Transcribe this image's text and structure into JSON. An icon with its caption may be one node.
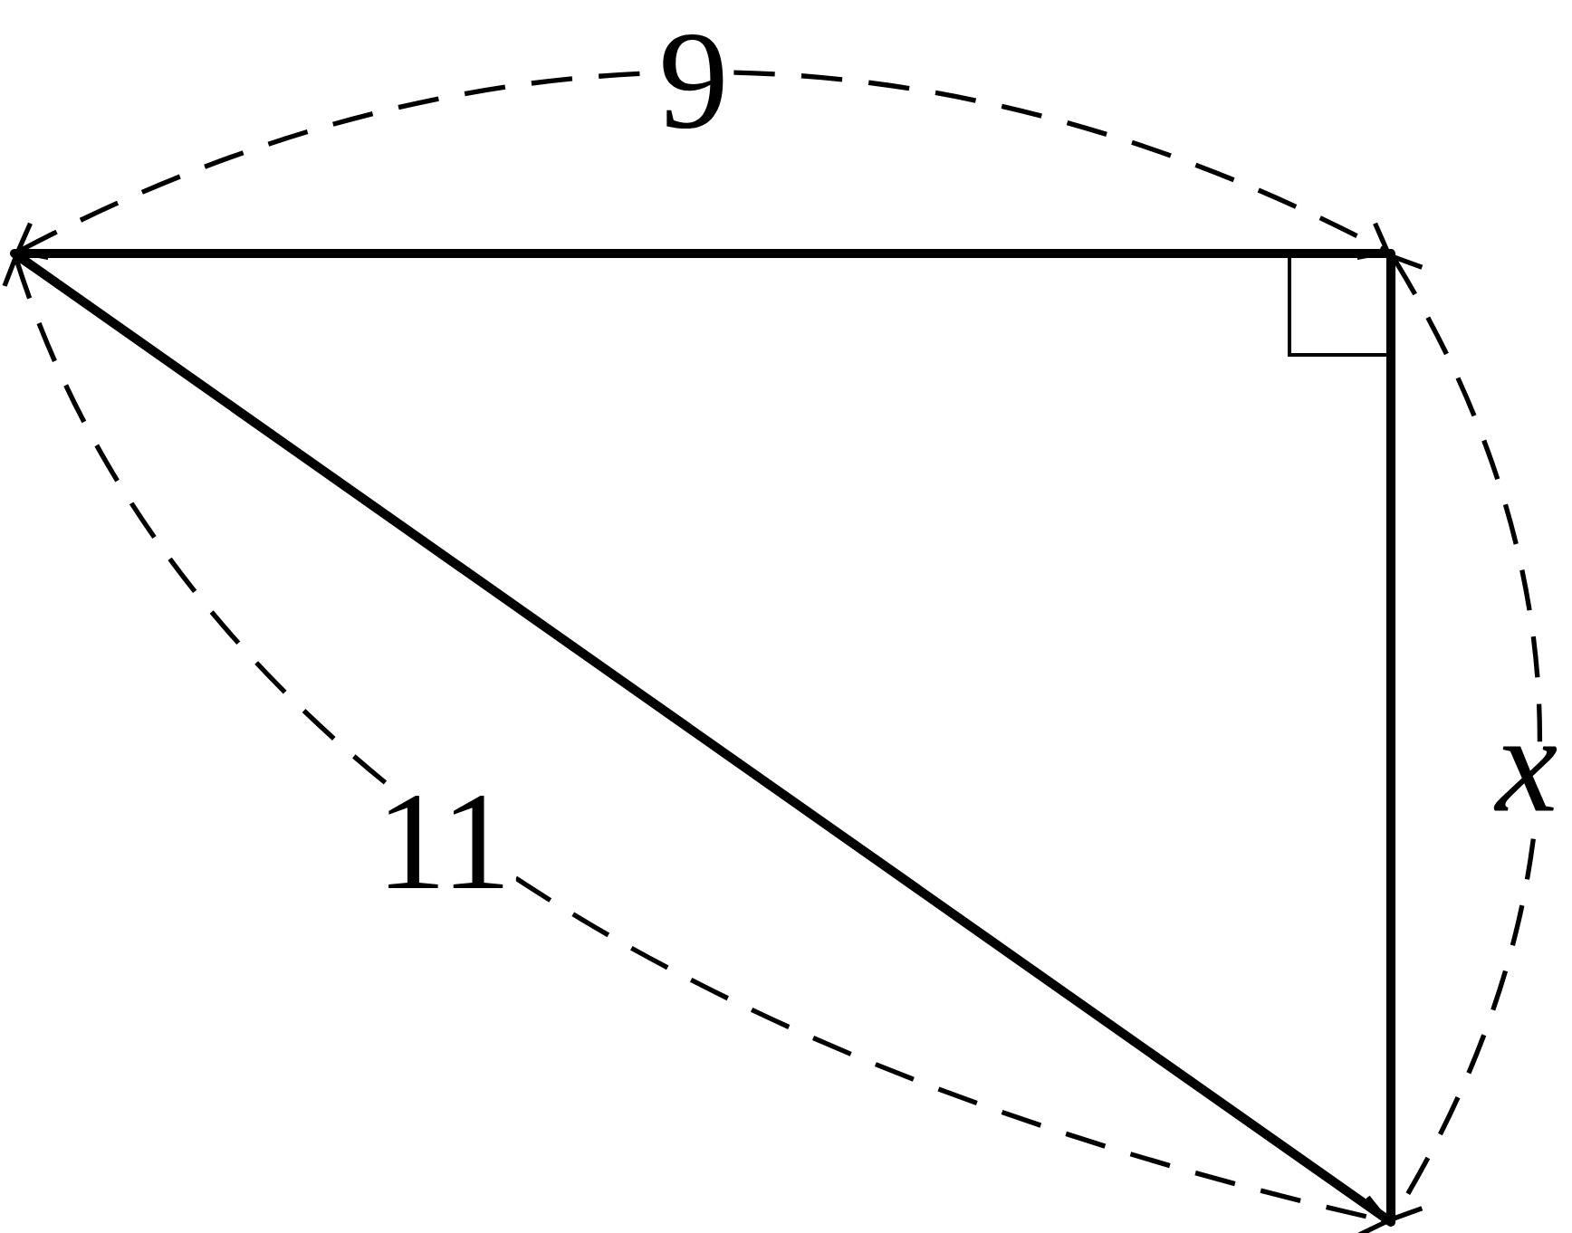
{
  "diagram": {
    "labels": [
      "9",
      "11",
      "x"
    ]
  }
}
